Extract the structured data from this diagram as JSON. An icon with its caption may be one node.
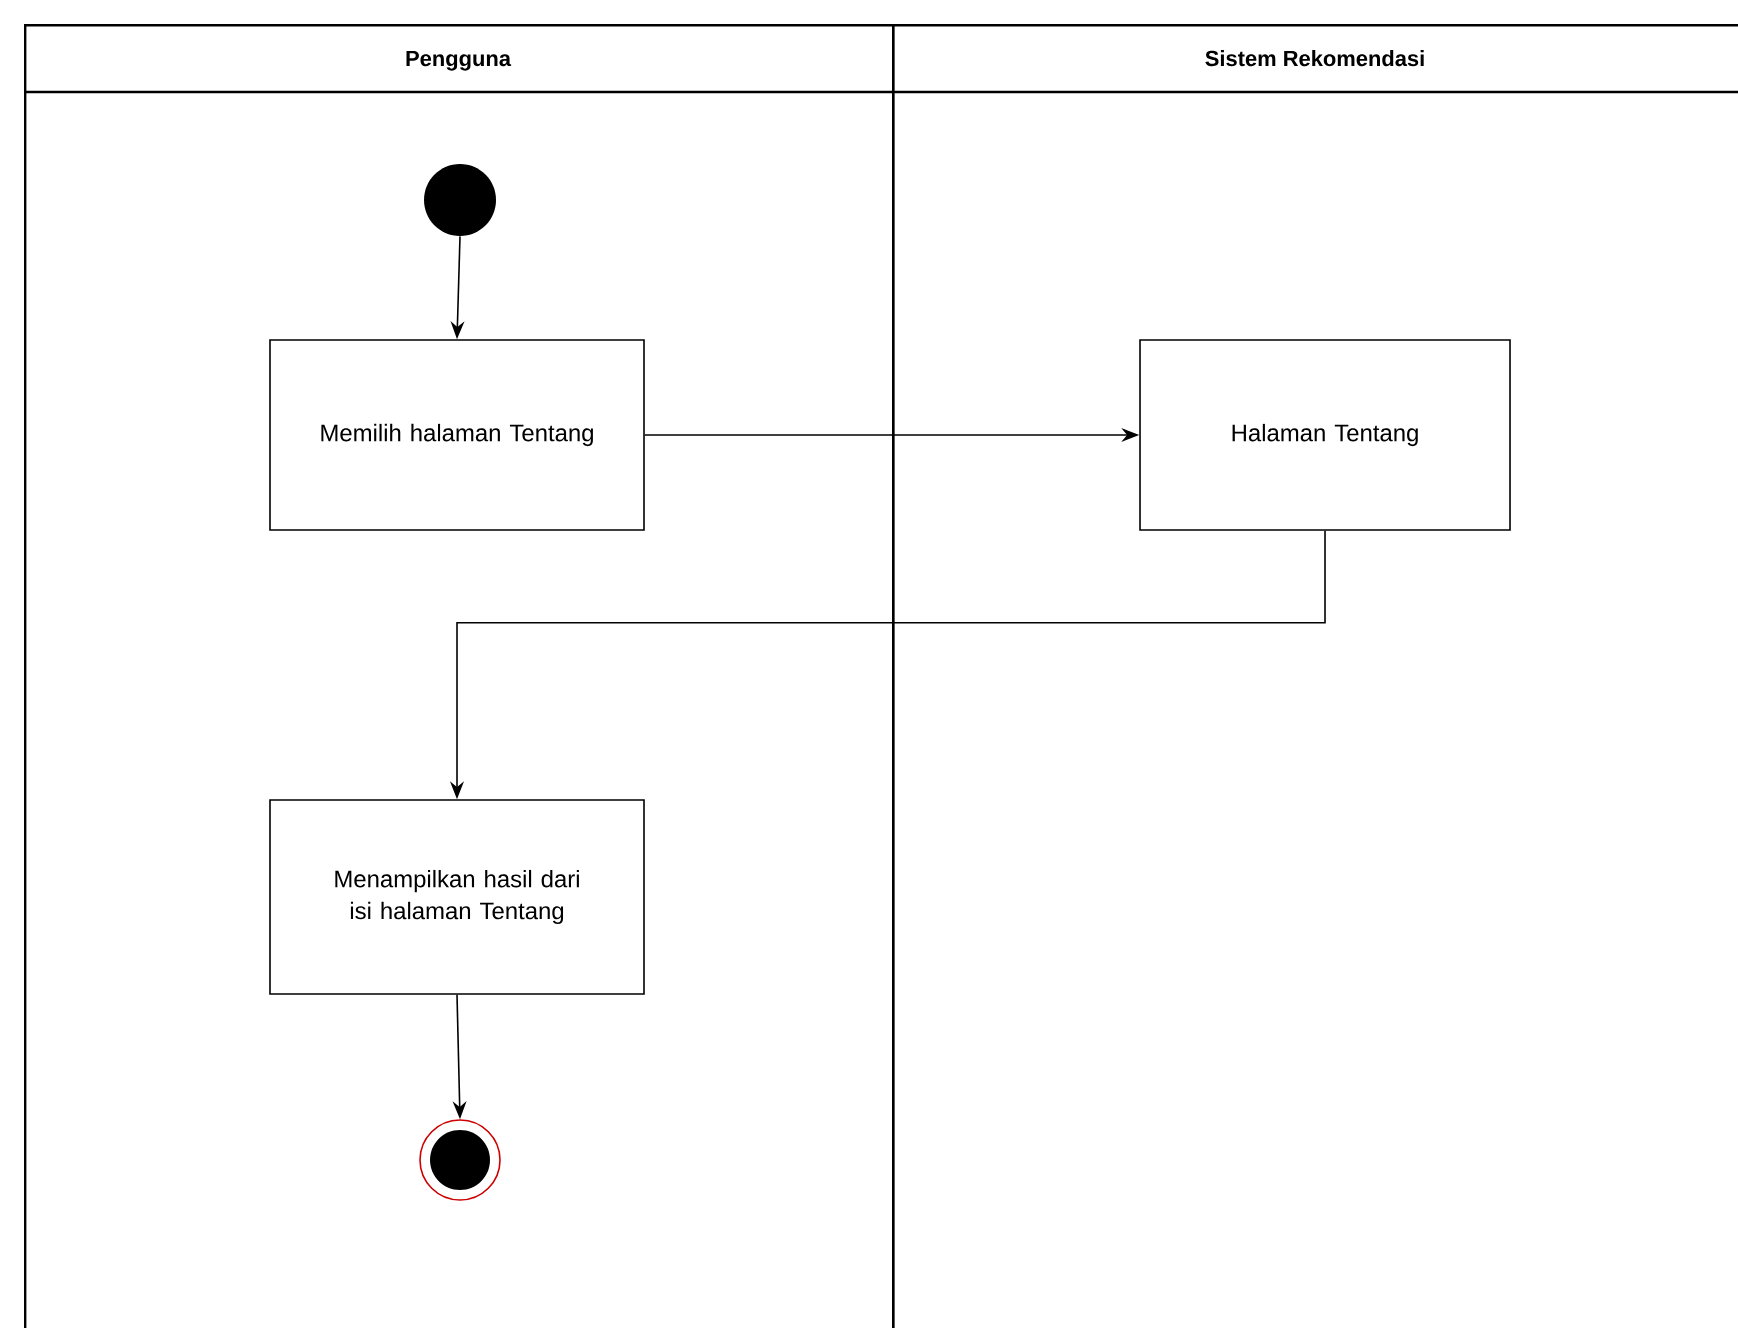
{
  "diagram": {
    "nodes": [
      {
        "text": [
          "Pengguna"
        ]
      },
      {
        "text": [
          "Sistem Rekomendasi"
        ]
      },
      {
        "text": [],
        "shape": "circle",
        "in": 0
      },
      {
        "text": [
          "Memilih halaman Tentang"
        ],
        "in": 0
      },
      {
        "text": [
          "Halaman Tentang"
        ],
        "in": 1
      },
      {
        "text": [
          "Menampilkan hasil dari isi halaman Tentang"
        ],
        "in": 0
      },
      {
        "text": [],
        "shape": "circle",
        "in": 0
      }
    ],
    "edges": [
      {
        "from": 2,
        "to": 3,
        "arrow": "to"
      },
      {
        "from": 3,
        "to": 4,
        "arrow": "to"
      },
      {
        "from": 4,
        "to": 5,
        "arrow": "to"
      },
      {
        "from": 5,
        "to": 6,
        "arrow": "to"
      }
    ]
  }
}
